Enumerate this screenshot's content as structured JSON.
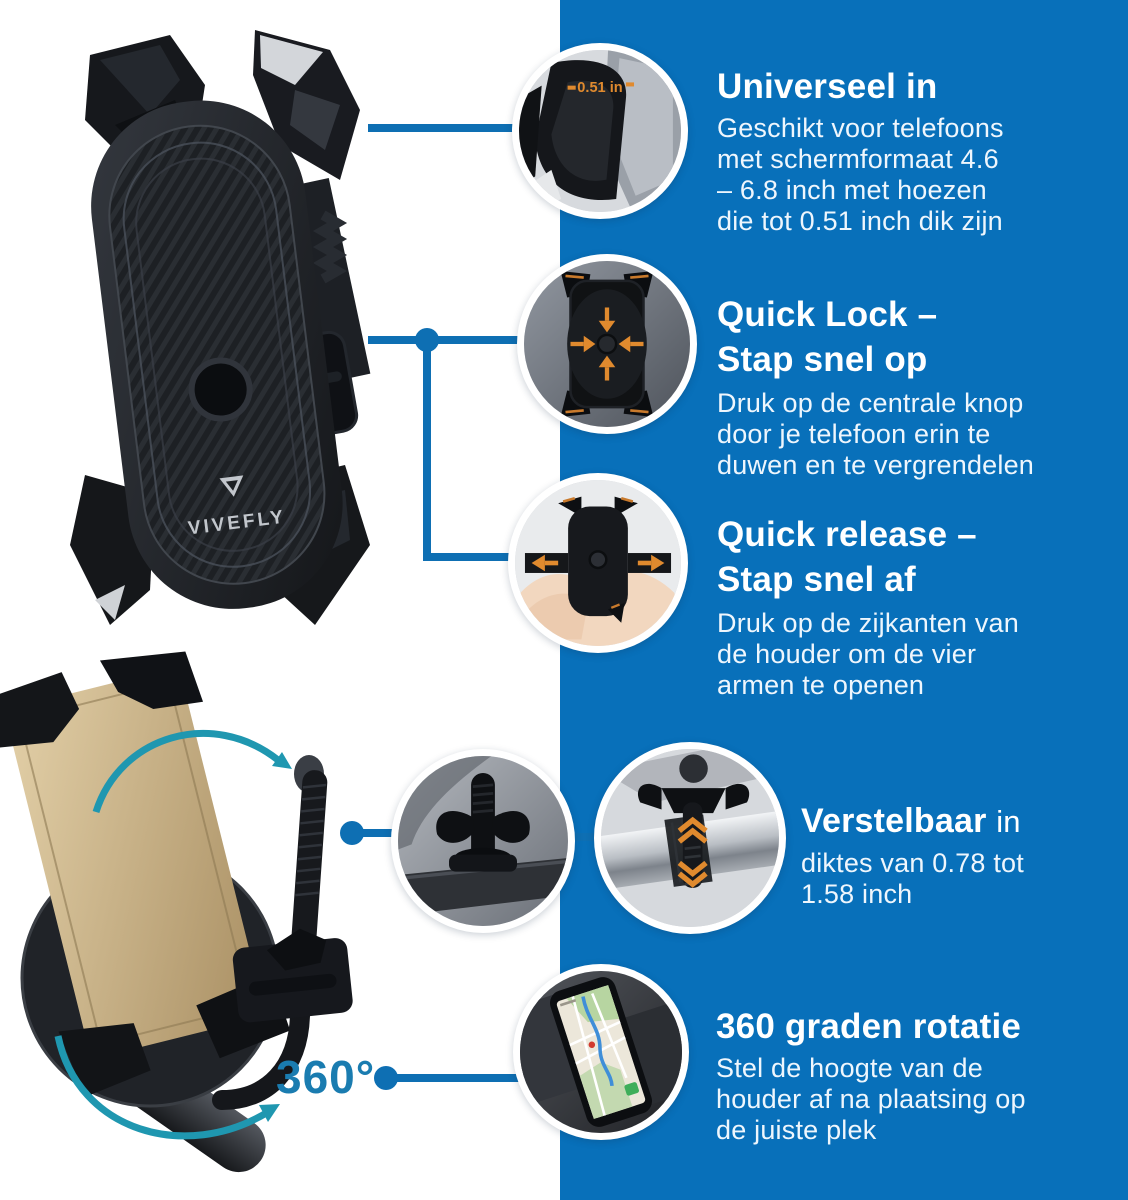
{
  "brand": {
    "logo": "VIVEFLY"
  },
  "colors": {
    "panel_blue": "#0870ba",
    "connector_blue": "#0e6fb3",
    "teal_arrow": "#1f97b0",
    "rotation_text_blue": "#1a7cb0",
    "accent_orange": "#e08a2e"
  },
  "annotations": {
    "thickness_label": "0.51 in",
    "rotation_degrees": "360°"
  },
  "features": [
    {
      "title_lines": [
        "Universeel in"
      ],
      "body_lines": [
        "Geschikt voor telefoons",
        "met schermformaat 4.6",
        "– 6.8 inch met hoezen",
        "die tot 0.51 inch dik zijn"
      ]
    },
    {
      "title_lines": [
        "Quick Lock –",
        "Stap snel op"
      ],
      "body_lines": [
        "Druk op de centrale knop",
        "door je telefoon erin te",
        "duwen en te vergrendelen"
      ]
    },
    {
      "title_lines": [
        "Quick release –",
        "Stap snel af"
      ],
      "body_lines": [
        "Druk op de zijkanten van",
        "de houder om de vier",
        "armen te openen"
      ]
    },
    {
      "title_bold": "Verstelbaar",
      "title_suffix": "in",
      "body_lines": [
        "diktes van 0.78 tot",
        "1.58 inch"
      ]
    },
    {
      "title_lines": [
        "360 graden rotatie"
      ],
      "body_lines": [
        "Stel de hoogte van de",
        "houder af na plaatsing op",
        "de juiste plek"
      ]
    }
  ]
}
